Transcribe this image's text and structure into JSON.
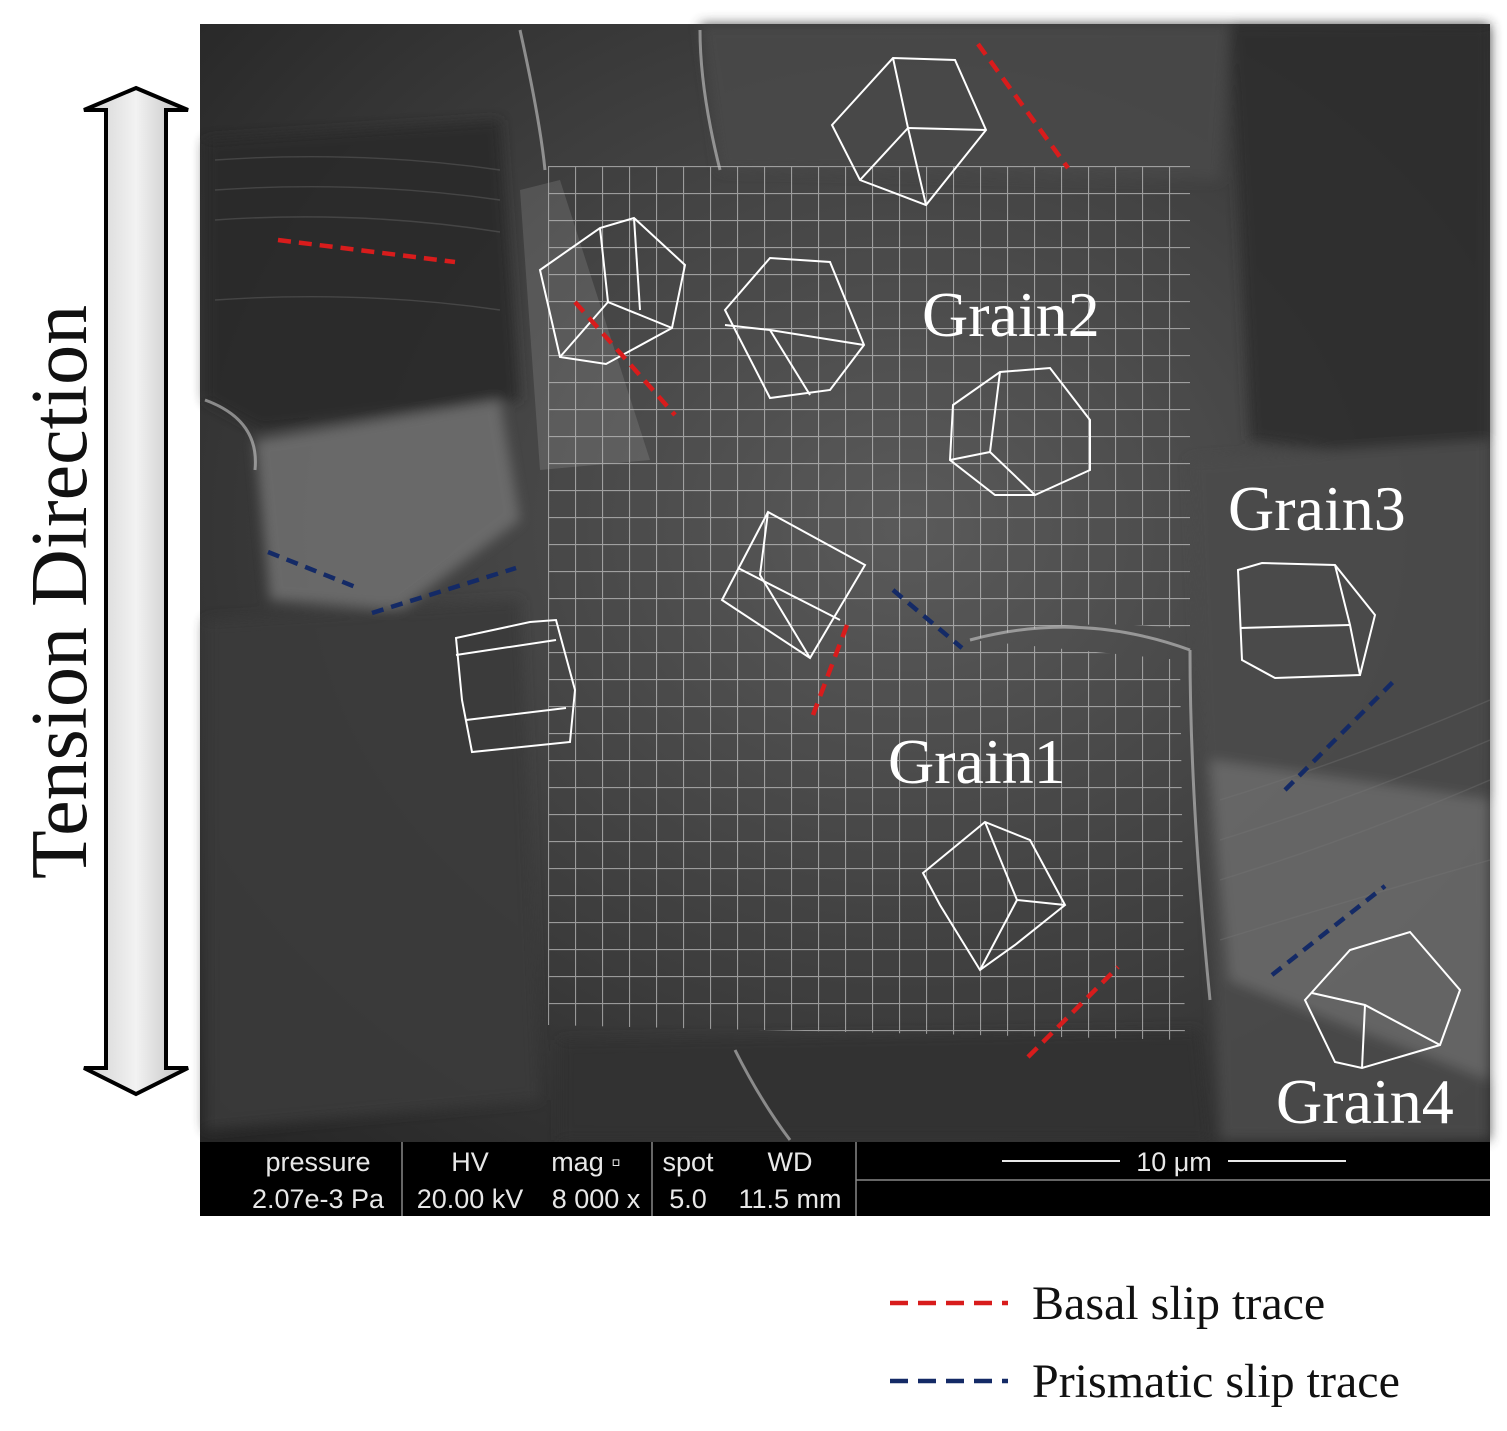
{
  "figure": {
    "axis_label": "Tension Direction",
    "grain_labels": [
      "Grain1",
      "Grain2",
      "Grain3",
      "Grain4"
    ],
    "scale_bar": "10 μm",
    "info_bar": {
      "headers": [
        "pressure",
        "HV",
        "mag ▫",
        "spot",
        "WD"
      ],
      "values": [
        "2.07e-3 Pa",
        "20.00 kV",
        "8 000 x",
        "5.0",
        "11.5 mm"
      ]
    },
    "legend": [
      {
        "label": "Basal slip trace",
        "color": "#d81c1c"
      },
      {
        "label": "Prismatic slip trace",
        "color": "#142a66"
      }
    ]
  }
}
